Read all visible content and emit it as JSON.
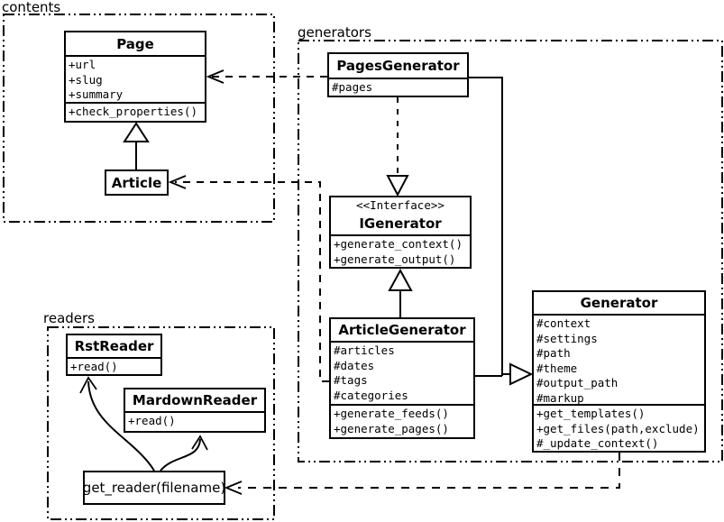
{
  "packages": {
    "contents": {
      "label": "contents"
    },
    "generators": {
      "label": "generators"
    },
    "readers": {
      "label": "readers"
    }
  },
  "classes": {
    "page": {
      "name": "Page",
      "attributes": [
        "+url",
        "+slug",
        "+summary"
      ],
      "methods": [
        "+check_properties()"
      ]
    },
    "article": {
      "name": "Article"
    },
    "pages_generator": {
      "name": "PagesGenerator",
      "attributes": [
        "#pages"
      ]
    },
    "igenerator": {
      "stereotype": "<<Interface>>",
      "name": "IGenerator",
      "methods": [
        "+generate_context()",
        "+generate_output()"
      ]
    },
    "article_generator": {
      "name": "ArticleGenerator",
      "attributes": [
        "#articles",
        "#dates",
        "#tags",
        "#categories"
      ],
      "methods": [
        "+generate_feeds()",
        "+generate_pages()"
      ]
    },
    "generator": {
      "name": "Generator",
      "attributes": [
        "#context",
        "#settings",
        "#path",
        "#theme",
        "#output_path",
        "#markup"
      ],
      "methods": [
        "+get_templates()",
        "+get_files(path,exclude)",
        "#_update_context()"
      ]
    },
    "rst_reader": {
      "name": "RstReader",
      "methods": [
        "+read()"
      ]
    },
    "markdown_reader": {
      "name": "MardownReader",
      "methods": [
        "+read()"
      ]
    },
    "get_reader": {
      "label": "get_reader(filename)"
    }
  },
  "colors": {
    "stroke": "#000000",
    "background": "#ffffff"
  }
}
